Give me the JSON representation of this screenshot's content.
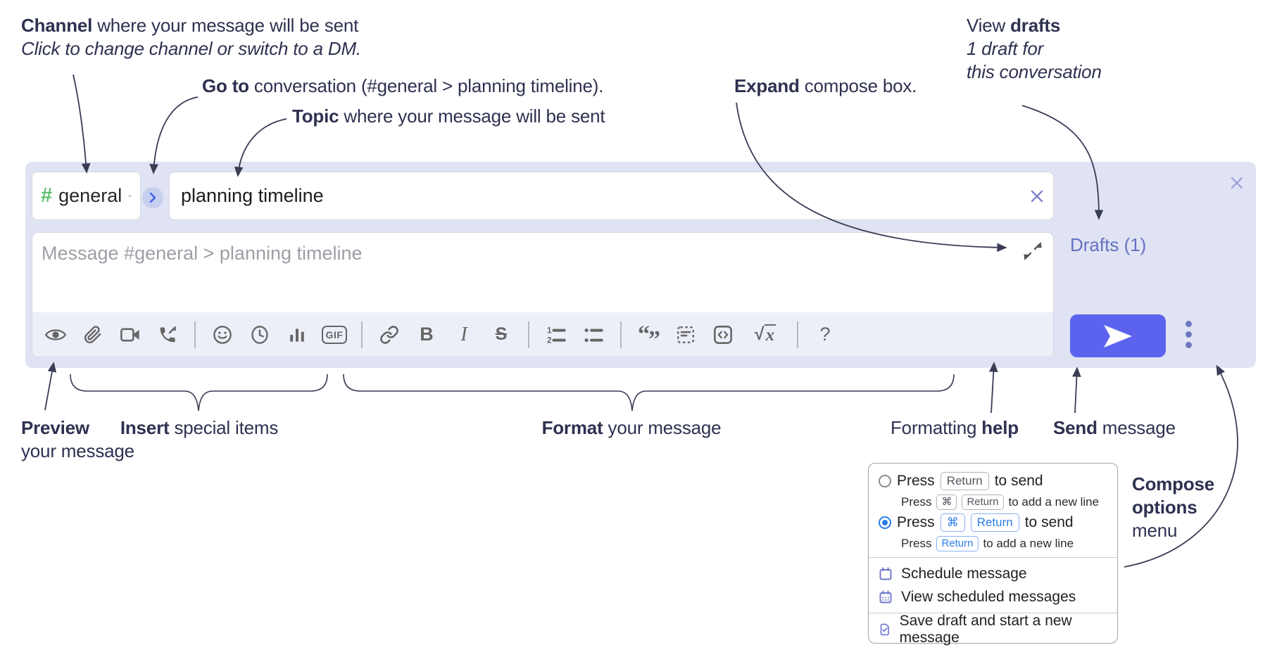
{
  "annotations": {
    "channel": {
      "bold": "Channel",
      "rest": " where your message will be sent",
      "sub": "Click to change channel or switch to a DM."
    },
    "goto": {
      "bold": "Go to",
      "rest": " conversation (#general > planning timeline)."
    },
    "topic": {
      "bold": "Topic",
      "rest": " where your message will be sent"
    },
    "expand": {
      "bold": "Expand",
      "rest": " compose box."
    },
    "drafts": {
      "pre": "View ",
      "bold": "drafts",
      "line2": "1 draft for",
      "line3": "this conversation"
    },
    "preview": {
      "bold": "Preview",
      "line2": "your message"
    },
    "insert": {
      "bold": "Insert",
      "rest": " special items"
    },
    "format": {
      "bold": "Format",
      "rest": " your message"
    },
    "help": {
      "pre": "Formatting ",
      "bold": "help"
    },
    "send": {
      "bold": "Send",
      "rest": " message"
    },
    "compose_options": {
      "line1": "Compose",
      "line2": "options",
      "line3": "menu"
    }
  },
  "compose": {
    "channel": {
      "hash": "#",
      "name": "general"
    },
    "topic_value": "planning timeline",
    "message_placeholder": "Message #general > planning timeline",
    "drafts_link": "Drafts (1)",
    "toolbar": {
      "bold": "B",
      "italic": "I",
      "strike": "S",
      "gif": "GIF",
      "quote_open": "“",
      "quote_close": "”",
      "num1": "1",
      "num2": "2",
      "sqrt": "√",
      "x": "x",
      "help": "?"
    }
  },
  "menu": {
    "opt1": {
      "pre": "Press",
      "key": "Return",
      "post": "to send"
    },
    "opt1sub": {
      "pre": "Press",
      "key1": "⌘",
      "key2": "Return",
      "post": "to add a new line"
    },
    "opt2": {
      "pre": "Press",
      "key1": "⌘",
      "key2": "Return",
      "post": "to send"
    },
    "opt2sub": {
      "pre": "Press",
      "key": "Return",
      "post": "to add a new line"
    },
    "items": {
      "schedule": "Schedule message",
      "view_scheduled": "View scheduled messages",
      "save_draft": "Save draft and start a new message"
    }
  },
  "colors": {
    "panel": "#e0e3f3",
    "send_button": "#5b63ee",
    "drafts_link": "#6470c4",
    "radio_selected": "#2b7de8",
    "menu_icon": "#6f76cc",
    "hash_green": "#5fbf72",
    "goto_blue": "#4263eb",
    "annotation_text": "#2e3150"
  }
}
